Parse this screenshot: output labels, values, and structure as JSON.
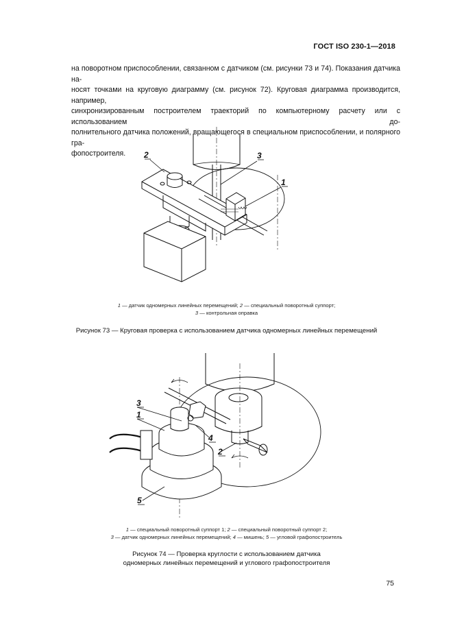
{
  "header": {
    "standard": "ГОСТ ISO 230-1—2018"
  },
  "paragraph": [
    "на поворотном приспособлении, связанном с датчиком (см. рисунки 73 и 74). Показания датчика на-",
    "носят точками на круговую диаграмму (см. рисунок 72). Круговая диаграмма производится, например,",
    "синхронизированным построителем траекторий по компьютерному расчету или с использованием до-",
    "полнительного датчика положений, вращающегося в специальном приспособлении, и полярного гра-",
    "фопостроителя."
  ],
  "figure73": {
    "labels": [
      "1",
      "2",
      "3"
    ],
    "legend": {
      "items": [
        {
          "num": "1",
          "text": " — датчик одномерных линейных перемещений; "
        },
        {
          "num": "2",
          "text": " — специальный поворотный суппорт;"
        },
        {
          "num": "3",
          "text": " — контрольная оправка"
        }
      ]
    },
    "caption": "Рисунок 73 — Круговая проверка с использованием датчика одномерных линейных перемещений"
  },
  "figure74": {
    "labels": [
      "1",
      "2",
      "3",
      "4",
      "5"
    ],
    "legend": {
      "items": [
        {
          "num": "1",
          "text": " — специальный поворотный суппорт 1; "
        },
        {
          "num": "2",
          "text": " — специальный поворотный суппорт 2;"
        },
        {
          "num": "3",
          "text": " — датчик одномерных линейных перемещений; "
        },
        {
          "num": "4",
          "text": " — мишень; "
        },
        {
          "num": "5",
          "text": " — угловой графопостроитель"
        }
      ]
    },
    "caption_line1": "Рисунок 74 — Проверка круглости с использованием датчика",
    "caption_line2": "одномерных линейных перемещений и углового графопостроителя"
  },
  "page_number": "75"
}
